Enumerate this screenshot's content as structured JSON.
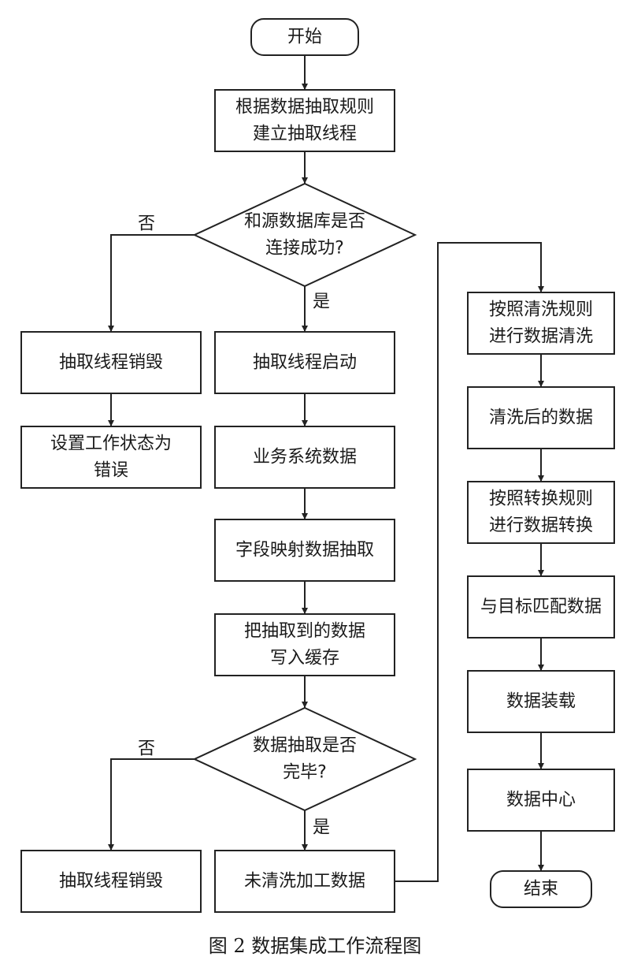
{
  "caption": "图 2   数据集成工作流程图",
  "labels": {
    "yes": "是",
    "no": "否"
  },
  "colors": {
    "stroke": "#222222",
    "fill": "#ffffff",
    "text": "#1a1a1a"
  },
  "nodes": {
    "start": [
      "开始"
    ],
    "create_thread": [
      "根据数据抽取规则",
      "建立抽取线程"
    ],
    "connect_ok": [
      "和源数据库是否",
      "连接成功?"
    ],
    "destroy_1": [
      "抽取线程销毁"
    ],
    "set_error": [
      "设置工作状态为",
      "错误"
    ],
    "thread_start": [
      "抽取线程启动"
    ],
    "biz_data": [
      "业务系统数据"
    ],
    "field_mapping": [
      "字段映射数据抽取"
    ],
    "write_cache": [
      "把抽取到的数据",
      "写入缓存"
    ],
    "extract_done": [
      "数据抽取是否",
      "完毕?"
    ],
    "destroy_2": [
      "抽取线程销毁"
    ],
    "raw_data": [
      "未清洗加工数据"
    ],
    "clean": [
      "按照清洗规则",
      "进行数据清洗"
    ],
    "cleaned": [
      "清洗后的数据"
    ],
    "transform": [
      "按照转换规则",
      "进行数据转换"
    ],
    "match": [
      "与目标匹配数据"
    ],
    "load": [
      "数据装载"
    ],
    "center": [
      "数据中心"
    ],
    "end": [
      "结束"
    ]
  }
}
